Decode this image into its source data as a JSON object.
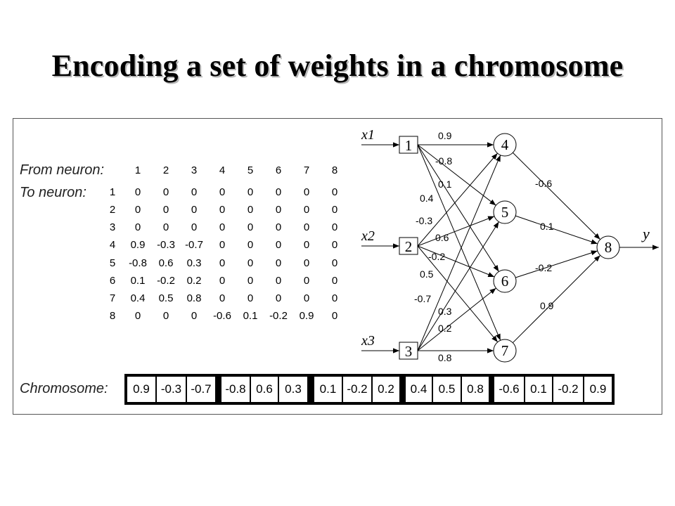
{
  "title": "Encoding a set of weights in a chromosome",
  "matrix": {
    "from_label": "From neuron:",
    "to_label": "To neuron:",
    "columns": [
      "1",
      "2",
      "3",
      "4",
      "5",
      "6",
      "7",
      "8"
    ],
    "rows": [
      {
        "label": "1",
        "values": [
          "0",
          "0",
          "0",
          "0",
          "0",
          "0",
          "0",
          "0"
        ]
      },
      {
        "label": "2",
        "values": [
          "0",
          "0",
          "0",
          "0",
          "0",
          "0",
          "0",
          "0"
        ]
      },
      {
        "label": "3",
        "values": [
          "0",
          "0",
          "0",
          "0",
          "0",
          "0",
          "0",
          "0"
        ]
      },
      {
        "label": "4",
        "values": [
          "0.9",
          "-0.3",
          "-0.7",
          "0",
          "0",
          "0",
          "0",
          "0"
        ]
      },
      {
        "label": "5",
        "values": [
          "-0.8",
          "0.6",
          "0.3",
          "0",
          "0",
          "0",
          "0",
          "0"
        ]
      },
      {
        "label": "6",
        "values": [
          "0.1",
          "-0.2",
          "0.2",
          "0",
          "0",
          "0",
          "0",
          "0"
        ]
      },
      {
        "label": "7",
        "values": [
          "0.4",
          "0.5",
          "0.8",
          "0",
          "0",
          "0",
          "0",
          "0"
        ]
      },
      {
        "label": "8",
        "values": [
          "0",
          "0",
          "0",
          "-0.6",
          "0.1",
          "-0.2",
          "0.9",
          "0"
        ]
      }
    ]
  },
  "chromosome": {
    "label": "Chromosome:",
    "groups": [
      [
        "0.9",
        "-0.3",
        "-0.7"
      ],
      [
        "-0.8",
        "0.6",
        "0.3"
      ],
      [
        "0.1",
        "-0.2",
        "0.2"
      ],
      [
        "0.4",
        "0.5",
        "0.8"
      ],
      [
        "-0.6",
        "0.1",
        "-0.2",
        "0.9"
      ]
    ]
  },
  "network": {
    "inputs": [
      "x1",
      "x2",
      "x3"
    ],
    "output": "y",
    "nodes": [
      "1",
      "2",
      "3",
      "4",
      "5",
      "6",
      "7",
      "8"
    ],
    "weights": {
      "w14": "0.9",
      "w15": "-0.8",
      "w16": "0.1",
      "w17": "0.4",
      "w24": "-0.3",
      "w25": "0.6",
      "w26": "-0.2",
      "w27": "0.5",
      "w34": "-0.7",
      "w35": "0.3",
      "w36": "0.2",
      "w37": "0.8",
      "w48": "-0.6",
      "w58": "0.1",
      "w68": "-0.2",
      "w78": "0.9"
    }
  }
}
